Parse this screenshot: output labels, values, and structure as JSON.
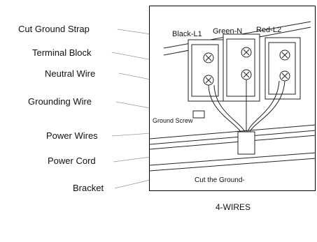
{
  "callouts": [
    {
      "text": "Cut Ground Strap"
    },
    {
      "text": "Terminal Block"
    },
    {
      "text": "Neutral Wire"
    },
    {
      "text": "Grounding Wire"
    },
    {
      "text": "Power Wires"
    },
    {
      "text": "Power Cord"
    },
    {
      "text": "Bracket"
    }
  ],
  "terminal_labels": {
    "black": "Black-L1",
    "green": "Green-N",
    "red": "Red-L2"
  },
  "ground_screw_label": "Ground Screw",
  "cut_ground_label": "Cut the Ground-",
  "caption": "4-WIRES"
}
